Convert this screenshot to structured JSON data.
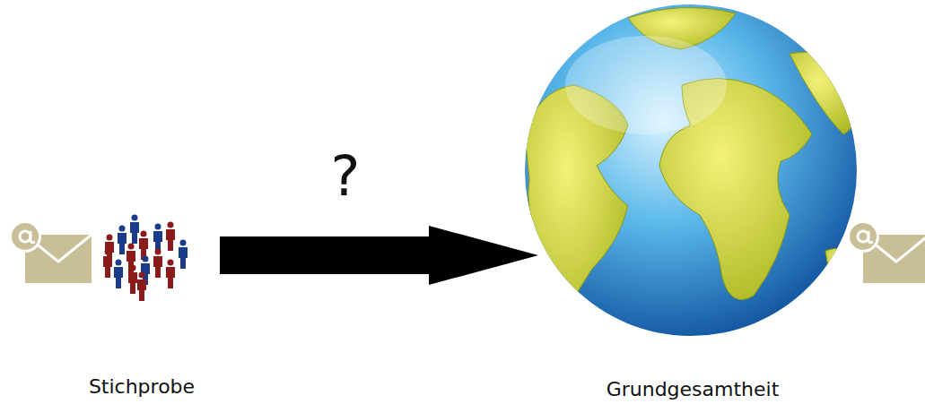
{
  "diagram": {
    "labels": [
      "?",
      "Stichprobe",
      "Grundgesamtheit"
    ]
  }
}
